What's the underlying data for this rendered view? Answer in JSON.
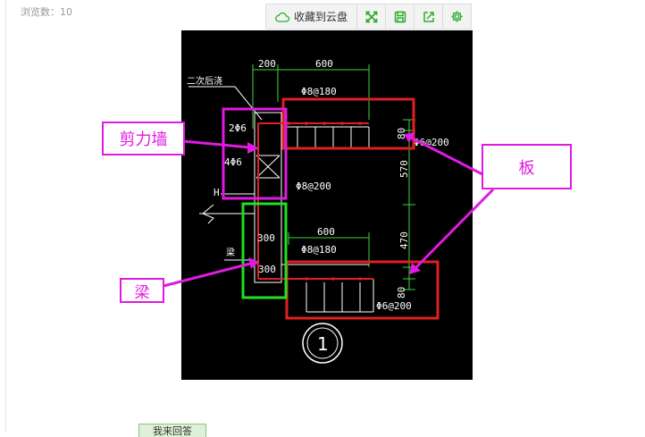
{
  "header": {
    "view_count_label": "浏览数：10"
  },
  "toolbar": {
    "save_label": "收藏到云盘",
    "buttons": [
      {
        "name": "fullscreen-icon"
      },
      {
        "name": "save-disk-icon"
      },
      {
        "name": "share-icon"
      },
      {
        "name": "settings-gear-icon"
      }
    ],
    "icon_color": "#2fae2f"
  },
  "drawing": {
    "dims": {
      "d200": "200",
      "d600_top": "600",
      "d570": "570",
      "d470": "470",
      "d80_a": "80",
      "d80_b": "80",
      "d600_mid": "600",
      "d300_a": "300",
      "d300_b": "300",
      "label_h": "H"
    },
    "rebar": {
      "r1": "Φ8@180",
      "r2": "Φ6@200",
      "r3": "2Φ6",
      "r4": "4Φ6",
      "r5": "Φ8@200",
      "r6": "Φ8@180",
      "r7": "Φ6@200"
    },
    "notes": {
      "second_pour": "二次后浇",
      "beam": "梁"
    },
    "section_number": "1"
  },
  "callouts": {
    "shear_wall": "剪力墙",
    "slab": "板",
    "beam": "梁"
  },
  "colors": {
    "annotation": "#e01ae0",
    "slab_box": "#e02020",
    "beam_box": "#20e020",
    "line_green": "#3cd43c",
    "cad_white": "#ffffff"
  },
  "footer": {
    "partial_button": "我来回答"
  }
}
